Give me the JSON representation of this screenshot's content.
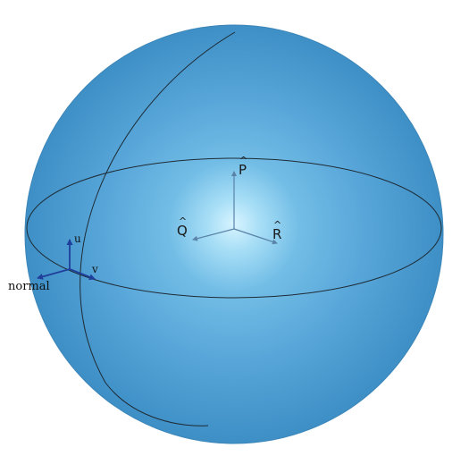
{
  "labels": {
    "P": "P",
    "Q": "Q",
    "R": "R",
    "u": "u",
    "v": "v",
    "normal": "normal",
    "hat": "^"
  },
  "colors": {
    "sphere_edge": "#2f7fb4",
    "sphere_mid": "#57a6d8",
    "sphere_highlight": "#d6f3ff",
    "great_circle": "#1e2a33",
    "center_axes": "#5a83a8",
    "tangent_axes": "#1f3f9a",
    "background": "#ffffff"
  }
}
